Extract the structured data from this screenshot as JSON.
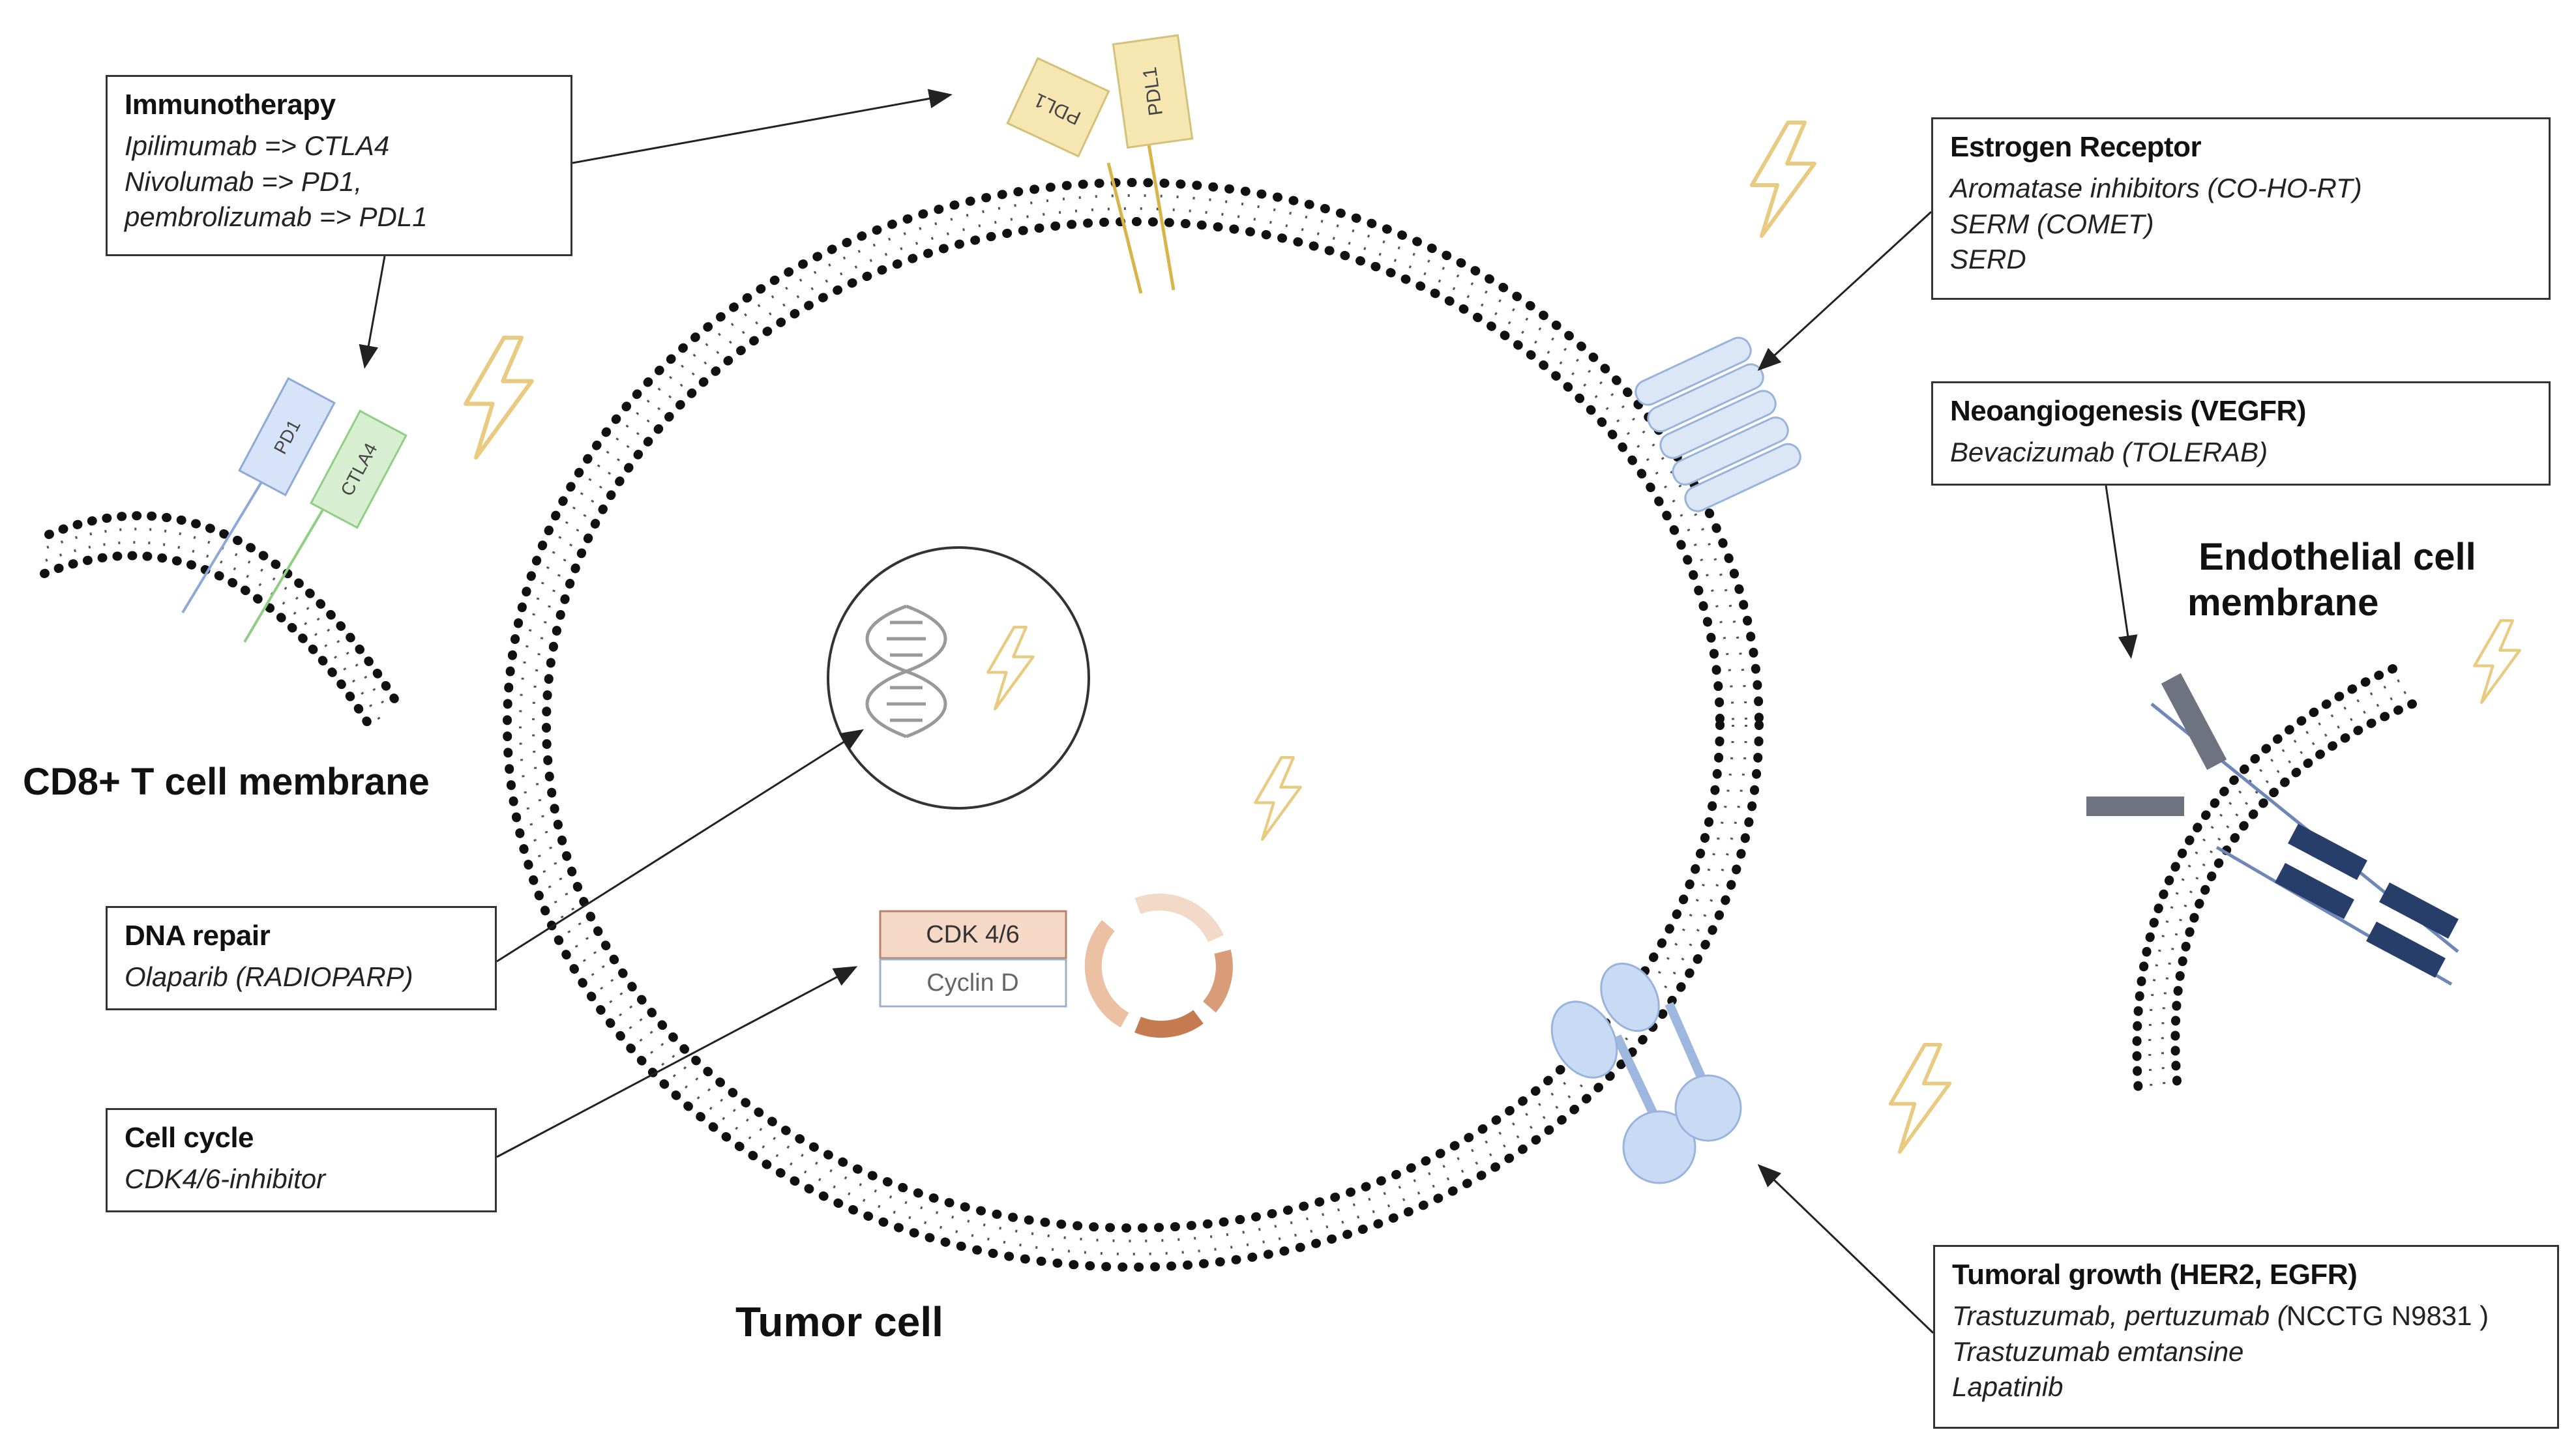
{
  "boxes": {
    "immunotherapy": {
      "title": "Immunotherapy",
      "lines": [
        "Ipilimumab => CTLA4",
        "Nivolumab => PD1,",
        "pembrolizumab => PDL1"
      ]
    },
    "estrogen": {
      "title": "Estrogen Receptor",
      "lines": [
        "Aromatase inhibitors (CO-HO-RT)",
        "SERM (COMET)",
        "SERD"
      ]
    },
    "neoangiogenesis": {
      "title": "Neoangiogenesis (VEGFR)",
      "lines": [
        "Bevacizumab (TOLERAB)"
      ]
    },
    "dna_repair": {
      "title": "DNA repair",
      "lines": [
        "Olaparib (RADIOPARP)"
      ]
    },
    "cell_cycle": {
      "title": "Cell cycle",
      "lines": [
        "CDK4/6-inhibitor"
      ]
    },
    "tumoral_growth": {
      "title": "Tumoral growth (HER2, EGFR)",
      "line1_italic": "Trastuzumab, pertuzumab (",
      "line1_plain": "NCCTG N9831 )",
      "lines": [
        "Trastuzumab emtansine",
        "Lapatinib"
      ]
    }
  },
  "labels": {
    "tcell": "CD8+ T cell membrane",
    "endothelial_line1": "Endothelial cell",
    "endothelial_line2": "membrane",
    "tumor": "Tumor cell"
  },
  "receptors": {
    "pd1": "PD1",
    "ctla4": "CTLA4",
    "pdl1_a": "PDL1",
    "pdl1_b": "PDL1",
    "cdk": "CDK 4/6",
    "cyclin": "Cyclin D"
  },
  "colors": {
    "receptor_yellow": "#f6e7b2",
    "receptor_blue": "#c9daf5",
    "receptor_green": "#cde8c4",
    "cdk_fill": "#f5d9c6",
    "ring_orange": "#cf8a62",
    "vegfr_navy": "#273e6b",
    "vegfr_gray": "#6d7480",
    "lightning": "#efd79a"
  }
}
